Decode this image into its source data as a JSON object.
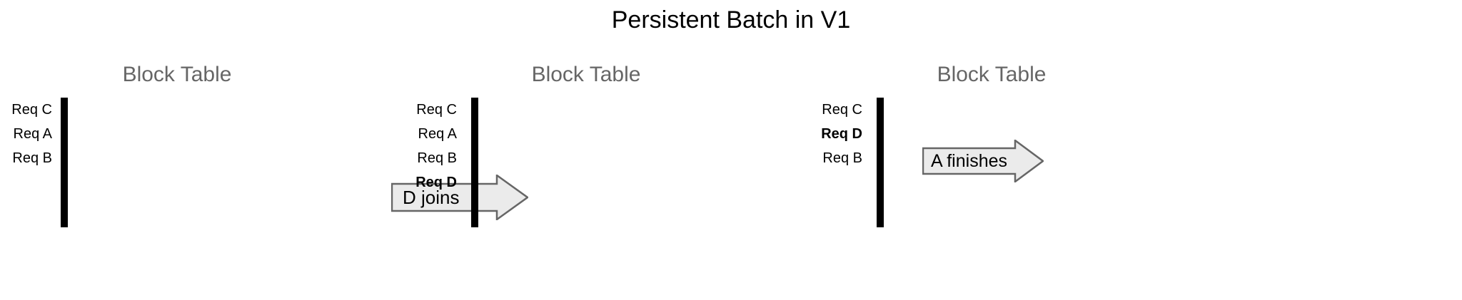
{
  "title": "Persistent Batch in V1",
  "colors": {
    "green": "#d5e8d4",
    "red": "#f8cecc",
    "yellow": "#fff2cc",
    "blue": "#dae8fc",
    "empty": "#ffffff",
    "cell_border": "#000000",
    "heading_text": "#666666",
    "arrow_fill": "#ebebeb",
    "arrow_stroke": "#666666"
  },
  "tables": [
    {
      "heading": "Block Table",
      "columns": 4,
      "rows": [
        {
          "label": "Req C",
          "color": "green",
          "bold": false
        },
        {
          "label": "Req A",
          "color": "red",
          "bold": false
        },
        {
          "label": "Req B",
          "color": "yellow",
          "bold": false
        },
        {
          "label": "",
          "color": "empty",
          "bold": false
        },
        {
          "label": "",
          "color": "empty",
          "bold": false
        }
      ]
    },
    {
      "heading": "Block Table",
      "columns": 4,
      "rows": [
        {
          "label": "Req C",
          "color": "green",
          "bold": false
        },
        {
          "label": "Req A",
          "color": "red",
          "bold": false
        },
        {
          "label": "Req B",
          "color": "yellow",
          "bold": false
        },
        {
          "label": "Req D",
          "color": "blue",
          "bold": true
        },
        {
          "label": "",
          "color": "empty",
          "bold": false
        }
      ]
    },
    {
      "heading": "Block Table",
      "columns": 4,
      "rows": [
        {
          "label": "Req C",
          "color": "green",
          "bold": false
        },
        {
          "label": "Req D",
          "color": "blue",
          "bold": true
        },
        {
          "label": "Req B",
          "color": "yellow",
          "bold": false
        },
        {
          "label": "",
          "color": "empty",
          "bold": false
        },
        {
          "label": "",
          "color": "empty",
          "bold": false
        }
      ]
    }
  ],
  "arrows": [
    {
      "label": "D joins"
    },
    {
      "label": "A finishes"
    }
  ]
}
